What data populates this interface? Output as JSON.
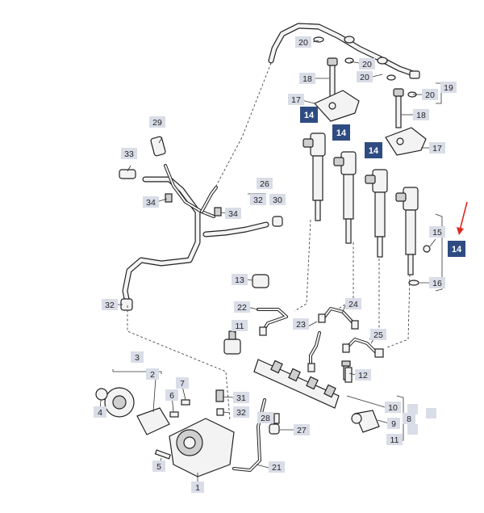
{
  "colors": {
    "callout_dark": "#2f4c82",
    "callout_light": "#d9dde7",
    "pointer_arrow": "#e0281e"
  },
  "labels": {
    "l1": "1",
    "l2": "2",
    "l3": "3",
    "l4": "4",
    "l5": "5",
    "l6": "6",
    "l7": "7",
    "l8": "8",
    "l9": "9",
    "l10": "10",
    "l11": "11",
    "l12": "12",
    "l13": "13",
    "l14": "14",
    "l15": "15",
    "l16": "16",
    "l17": "17",
    "l18": "18",
    "l19": "19",
    "l20": "20",
    "l21": "21",
    "l22": "22",
    "l23": "23",
    "l24": "24",
    "l25": "25",
    "l26": "26",
    "l27": "27",
    "l28": "28",
    "l29": "29",
    "l30": "30",
    "l31": "31",
    "l32": "32",
    "l33": "33",
    "l34": "34"
  }
}
